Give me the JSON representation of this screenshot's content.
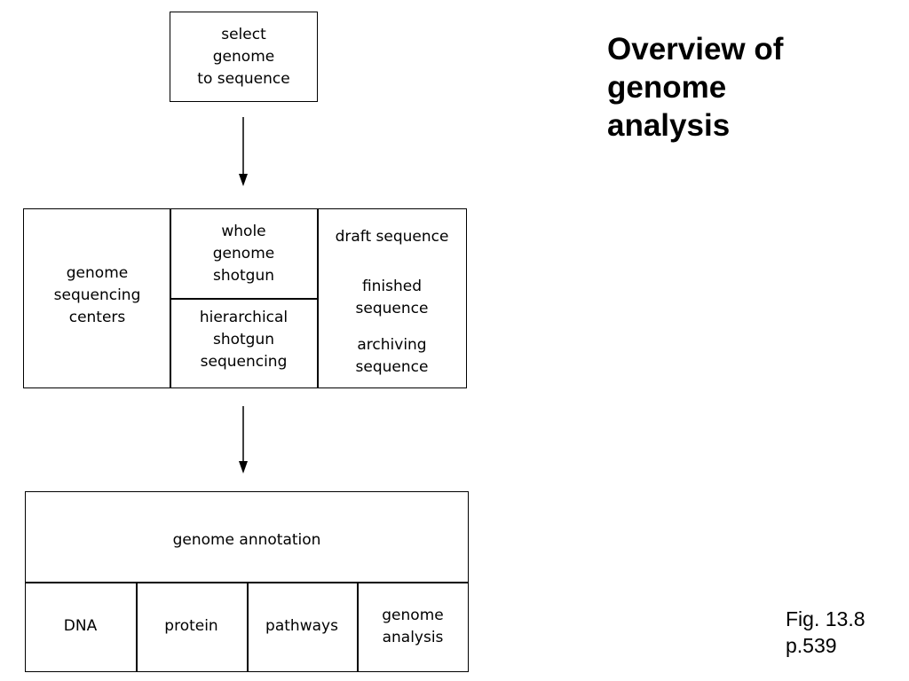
{
  "title": "Overview of\ngenome\nanalysis",
  "figure_ref": "Fig. 13.8\np.539",
  "step1": "select\ngenome\nto sequence",
  "step2": {
    "centers": "genome\nsequencing\ncenters",
    "wgs": "whole\ngenome\nshotgun",
    "hierarchical": "hierarchical\nshotgun\nsequencing",
    "draft": "draft sequence",
    "finished": "finished\nsequence",
    "archiving": "archiving\nsequence"
  },
  "step3": {
    "annotation": "genome annotation",
    "dna": "DNA",
    "protein": "protein",
    "pathways": "pathways",
    "genome_analysis": "genome\nanalysis"
  }
}
